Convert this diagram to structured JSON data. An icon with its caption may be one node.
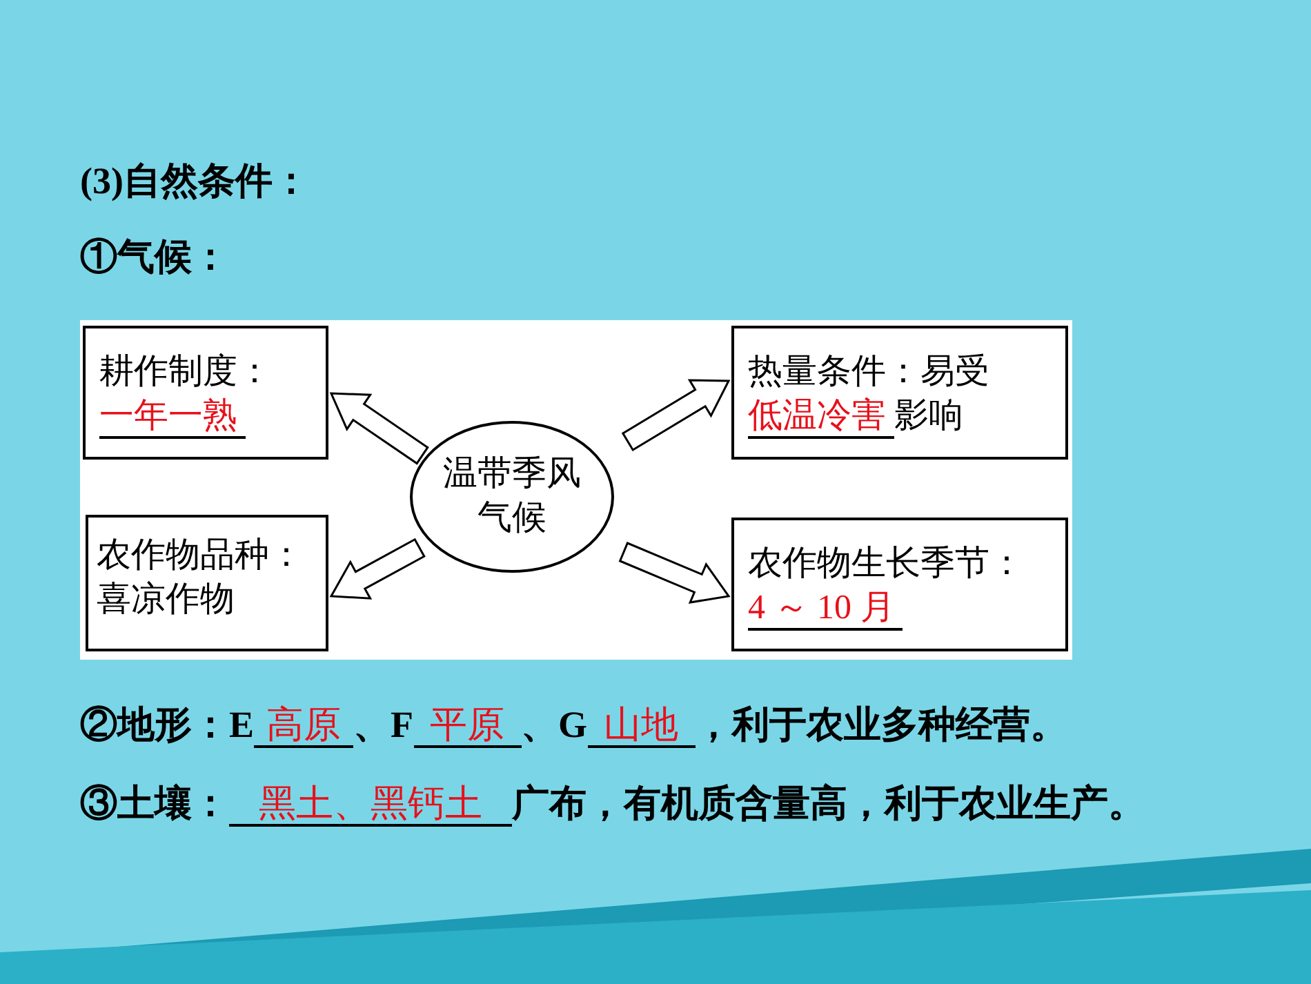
{
  "diagram": {
    "nodes": [
      {
        "text": [
          "温带季风气候"
        ]
      },
      {
        "text": [
          "耕作制度：",
          "一年一熟"
        ]
      },
      {
        "text": [
          "热量条件：易受",
          "低温冷害",
          "影响"
        ]
      },
      {
        "text": [
          "农作物品种：喜凉作物"
        ]
      },
      {
        "text": [
          "农作物生长季节：",
          "4 ～ 10 月"
        ]
      }
    ],
    "edges": [
      {
        "from": 0,
        "to": 1,
        "arrow": "to"
      },
      {
        "from": 0,
        "to": 2,
        "arrow": "to"
      },
      {
        "from": 0,
        "to": 3,
        "arrow": "to"
      },
      {
        "from": 0,
        "to": 4,
        "arrow": "to"
      }
    ],
    "labels": [
      "(3)自然条件：",
      "①气候：",
      "②地形：E",
      "高原",
      "、F",
      "平原",
      "、G",
      "山地",
      "，利于农业多种经营。",
      "③土壤：",
      "黑土、黑钙土",
      "广布，有机质含量高，利于农业生产。"
    ]
  }
}
